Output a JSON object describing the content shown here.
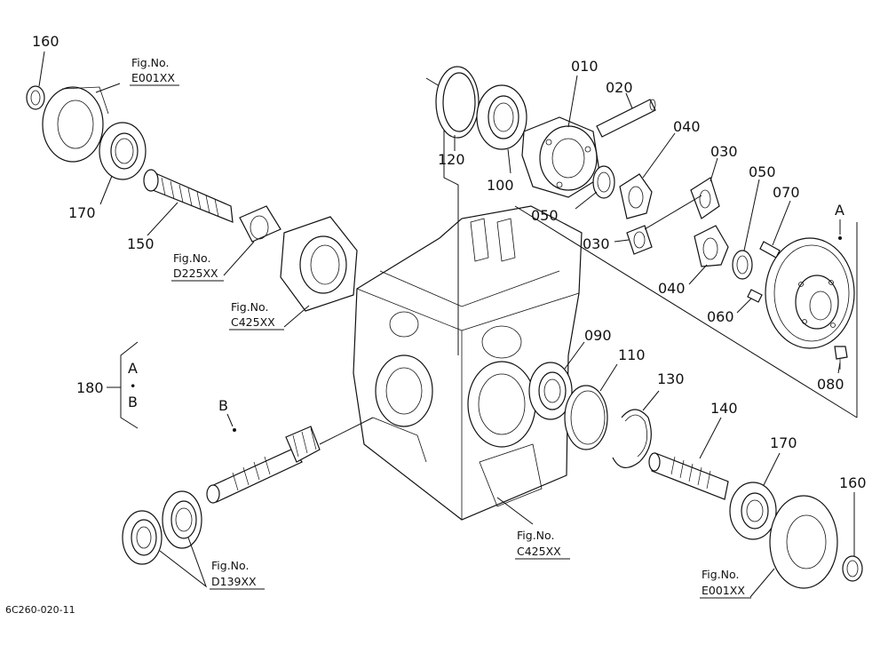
{
  "reference": "6C260-020-11",
  "part_numbers": {
    "p010": "010",
    "p020": "020",
    "p030a": "030",
    "p030b": "030",
    "p040a": "040",
    "p040b": "040",
    "p050a": "050",
    "p050b": "050",
    "p060": "060",
    "p070": "070",
    "p080": "080",
    "p090": "090",
    "p100": "100",
    "p110": "110",
    "p120": "120",
    "p130": "130",
    "p140": "140",
    "p150": "150",
    "p160a": "160",
    "p160b": "160",
    "p170a": "170",
    "p170b": "170",
    "p180": "180"
  },
  "markers": {
    "a_top": "A",
    "b_shaft": "B",
    "a_group": "A",
    "b_group": "B",
    "dot": "•"
  },
  "fig_refs": [
    {
      "label": "Fig.No.",
      "code": "E001XX"
    },
    {
      "label": "Fig.No.",
      "code": "D225XX"
    },
    {
      "label": "Fig.No.",
      "code": "C425XX"
    },
    {
      "label": "Fig.No.",
      "code": "C425XX"
    },
    {
      "label": "Fig.No.",
      "code": "D139XX"
    },
    {
      "label": "Fig.No.",
      "code": "E001XX"
    }
  ]
}
